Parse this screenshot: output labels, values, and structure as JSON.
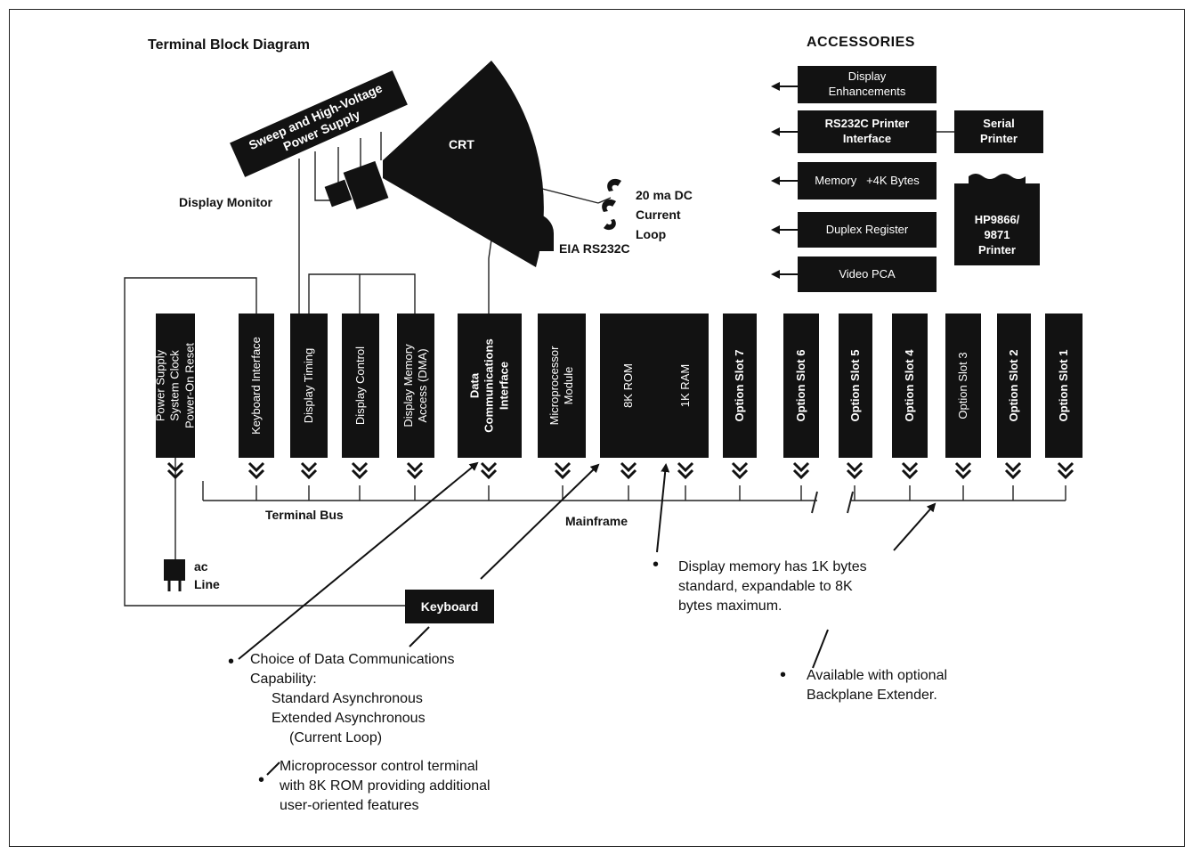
{
  "title": "Terminal Block Diagram",
  "accessories": {
    "heading": "ACCESSORIES",
    "display_enhancements": [
      "Display",
      "Enhancements"
    ],
    "printer_interface": [
      "RS232C Printer",
      "Interface"
    ],
    "serial_printer": [
      "Serial",
      "Printer"
    ],
    "memory": "Memory   +4K Bytes",
    "duplex_register": "Duplex Register",
    "video_pca": "Video PCA",
    "hp_printer": [
      "HP9866/",
      "9871",
      "Printer"
    ]
  },
  "display_monitor": {
    "label": "Display Monitor",
    "sweep": [
      "Sweep and High-Voltage",
      "Power Supply"
    ],
    "crt": "CRT"
  },
  "comms": {
    "current_loop": [
      "20 ma DC",
      "Current",
      "Loop"
    ],
    "eia": "EIA RS232C"
  },
  "modules": {
    "power": [
      "Power Supply",
      "System Clock",
      "Power-On Reset"
    ],
    "keyboard_interface": "Keyboard Interface",
    "display_timing": "Display Timing",
    "display_control": "Display Control",
    "display_memory": [
      "Display Memory",
      "Access (DMA)"
    ],
    "data_comm": [
      "Data",
      "Communications",
      "Interface"
    ],
    "microprocessor": [
      "Microprocessor",
      "Module"
    ],
    "rom": "8K ROM",
    "ram": "1K RAM",
    "slots": [
      "Option Slot 7",
      "Option Slot 6",
      "Option Slot 5",
      "Option Slot 4",
      "Option Slot 3",
      "Option Slot 2",
      "Option Slot 1"
    ]
  },
  "bus": {
    "terminal_bus": "Terminal Bus",
    "mainframe": "Mainframe",
    "ac_line": [
      "ac",
      "Line"
    ],
    "keyboard": "Keyboard"
  },
  "notes": {
    "display_memory": [
      "Display memory has 1K bytes",
      "standard, expandable to 8K",
      "bytes maximum."
    ],
    "data_comm": [
      "Choice of Data Communications",
      "Capability:",
      "Standard Asynchronous",
      "Extended Asynchronous",
      "(Current Loop)"
    ],
    "microprocessor": [
      "Microprocessor control terminal",
      "with 8K ROM providing additional",
      "user-oriented features"
    ],
    "backplane": [
      "Available with optional",
      "Backplane Extender."
    ]
  }
}
